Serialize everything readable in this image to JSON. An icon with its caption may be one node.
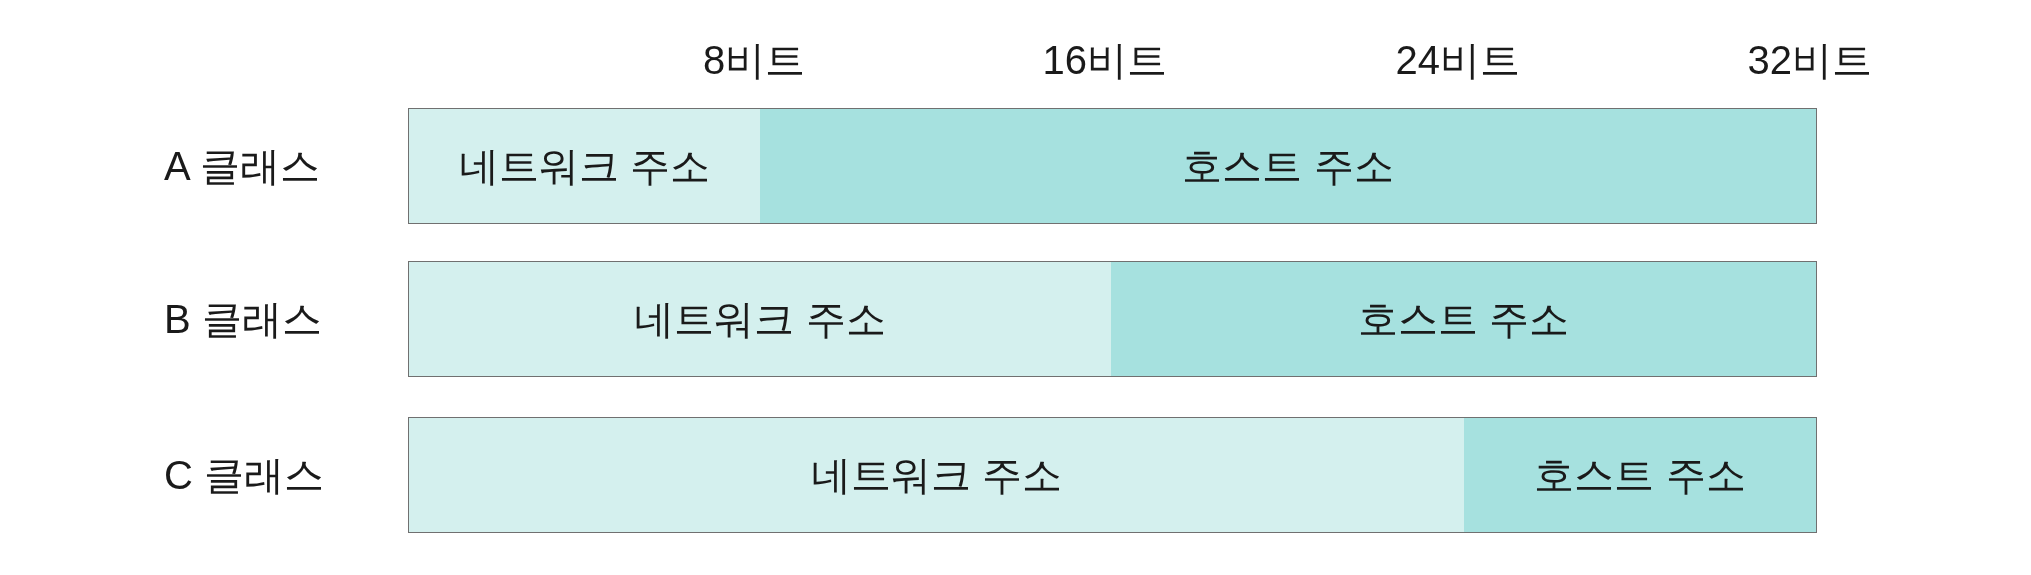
{
  "diagram": {
    "nodes": [
      {
        "text": [
          "네트워크 주소"
        ]
      },
      {
        "text": [
          "호스트 주소"
        ]
      },
      {
        "text": [
          "네트워크 주소"
        ]
      },
      {
        "text": [
          "호스트 주소"
        ]
      },
      {
        "text": [
          "네트워크 주소"
        ]
      },
      {
        "text": [
          "호스트 주소"
        ]
      }
    ],
    "edges": [],
    "labels": [
      "8비트",
      "16비트",
      "24비트",
      "32비트",
      "A 클래스",
      "B 클래스",
      "C 클래스"
    ]
  }
}
